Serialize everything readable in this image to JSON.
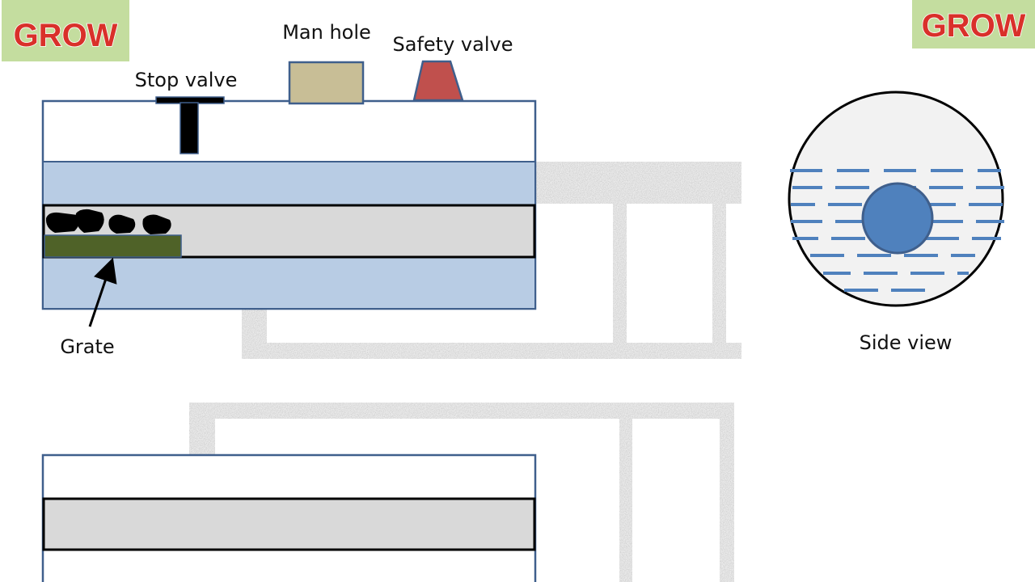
{
  "logos": {
    "left_text": "GROW",
    "right_text": "GROW"
  },
  "labels": {
    "man_hole": "Man hole",
    "safety_valve": "Safety valve",
    "stop_valve": "Stop valve",
    "grate": "Grate",
    "side_view": "Side view"
  },
  "colors": {
    "logo_bg": "#c4dd9f",
    "logo_text": "#d9302a",
    "shell_border": "#3f5f8c",
    "water": "#b8cce4",
    "flue": "#d9d9d9",
    "manhole": "#c8be96",
    "safety_valve": "#c0504d",
    "grate": "#4f6228",
    "side_view_fill": "#f2f2f2",
    "side_view_dash": "#4f81bd",
    "flue_tube": "#4f81bd",
    "brickwork": "#a6a6a6"
  },
  "icons": {
    "coal": "coal-lump-icon",
    "arrow": "pointer-arrow-icon"
  }
}
